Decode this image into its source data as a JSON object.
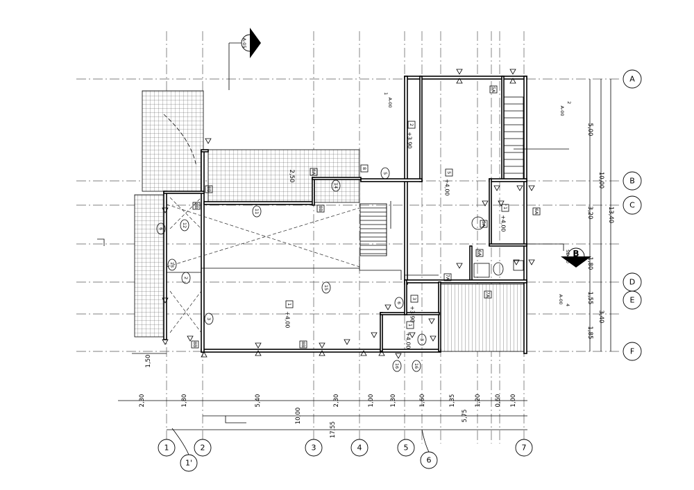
{
  "grid_rows": [
    {
      "label": "A"
    },
    {
      "label": "B"
    },
    {
      "label": "C"
    },
    {
      "label": "D"
    },
    {
      "label": "E"
    },
    {
      "label": "F"
    }
  ],
  "grid_cols": [
    {
      "label": "1"
    },
    {
      "label": "1'"
    },
    {
      "label": "2"
    },
    {
      "label": "3"
    },
    {
      "label": "4"
    },
    {
      "label": "5"
    },
    {
      "label": "6"
    },
    {
      "label": "7"
    }
  ],
  "dims_bottom_row1": [
    "2,30",
    "1,80",
    "5,40",
    "2,30",
    "1,00",
    "1,30",
    "1,60",
    "1,35",
    "1,20",
    "0,60",
    "1,00"
  ],
  "dims_bottom_row2": [
    "10,00",
    "5,75"
  ],
  "dims_bottom_total": "17,55",
  "dim_left_small": "1,50",
  "dims_right_inner": [
    "5,00",
    "3,20",
    "1,80",
    "1,55",
    "1,85"
  ],
  "dims_right_mid": [
    "10,00",
    "3,40"
  ],
  "dims_right_total": "13,40",
  "dim_interior": "2,50",
  "levels": {
    "upper_room": "+3,90",
    "upper_room_tag": "2",
    "stair_room": "+4,00",
    "stair_room_tag": "5",
    "side_room": "+4,00",
    "side_room_tag": "1",
    "main_room": "+4,00",
    "main_room_tag": "1",
    "small_room": "+3,90",
    "small_room_tag": "3",
    "lower_room": "+4,00",
    "lower_room_tag": "1"
  },
  "sections": {
    "A": {
      "letter": "A",
      "ref": "A-05"
    },
    "B": {
      "letter": "B",
      "ref": "SD-00"
    }
  },
  "detail_refs": [
    {
      "num": "1",
      "sheet": "A-00"
    },
    {
      "num": "2",
      "sheet": "A-00"
    },
    {
      "num": "4",
      "sheet": "A-00"
    }
  ],
  "window_tags": [
    "5A",
    "6A",
    "6A",
    "5A",
    "7A",
    "7A",
    "8A",
    "8B",
    "8B",
    "8B",
    "8B",
    "8B",
    "8"
  ],
  "item_tags": [
    "11",
    "12",
    "13",
    "14",
    "15",
    "16",
    "16",
    "2",
    "3",
    "5",
    "6",
    "3",
    "6"
  ]
}
